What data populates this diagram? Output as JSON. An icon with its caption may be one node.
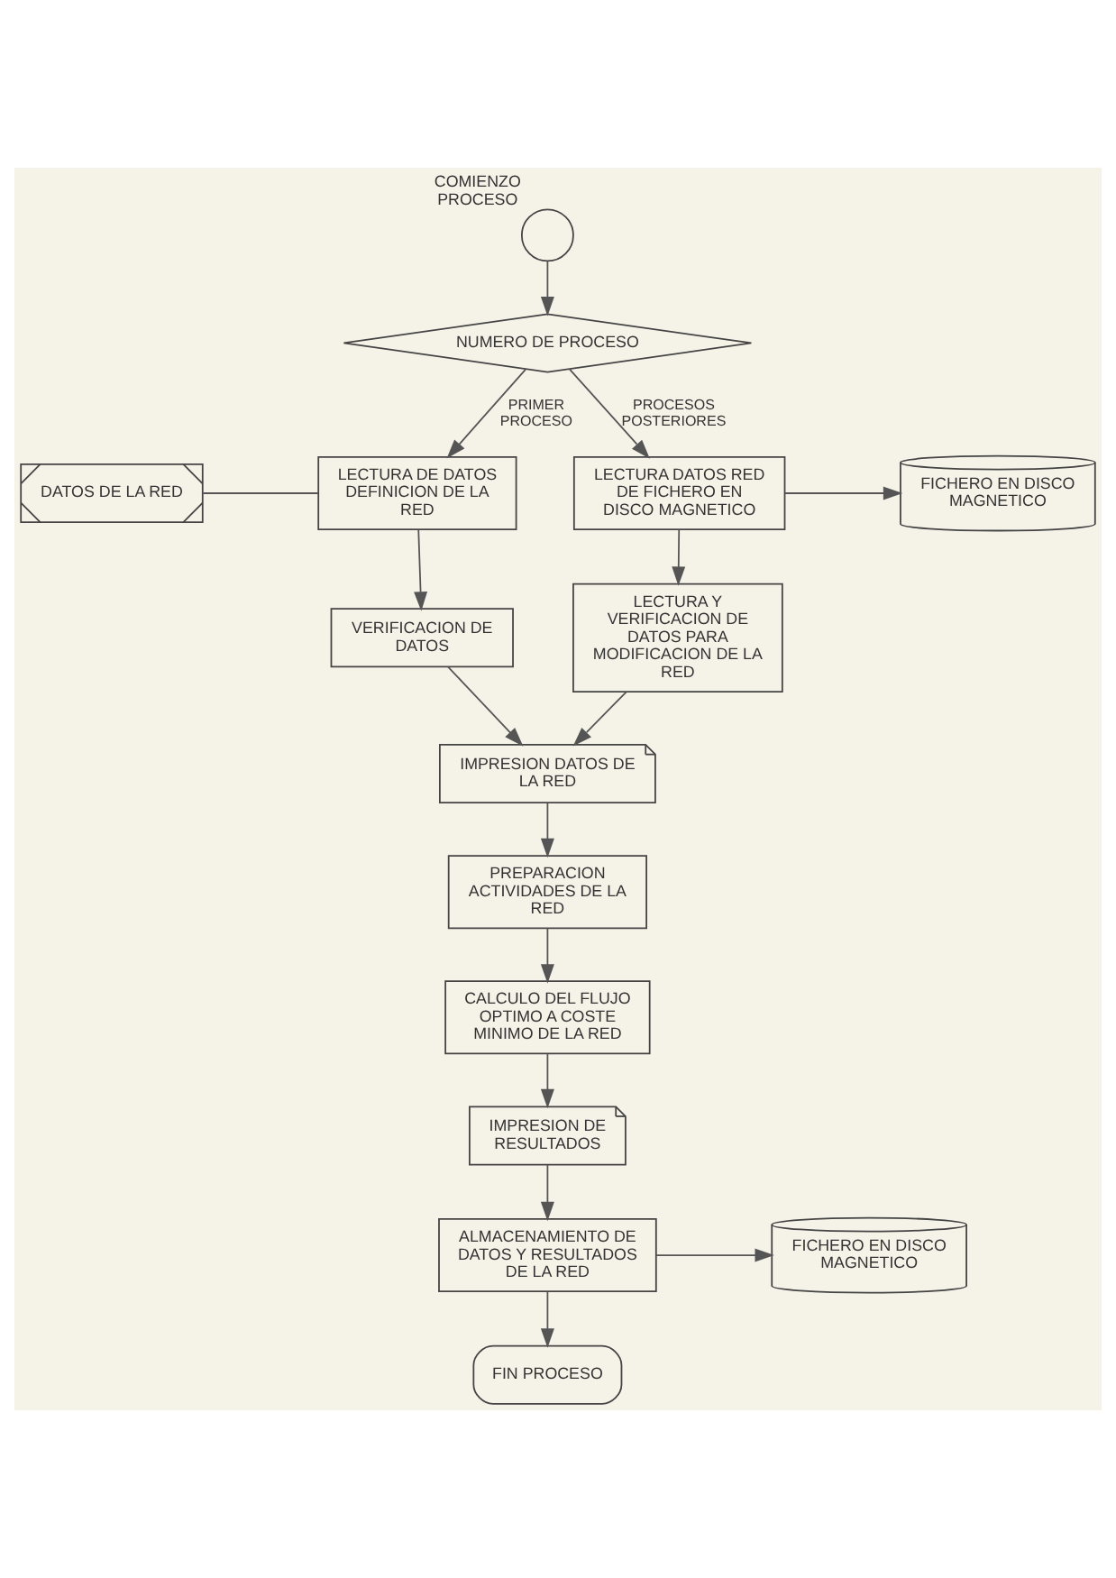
{
  "diagram": {
    "nodes": [
      {
        "text": [],
        "shape": "circle",
        "beside": [
          "COMIENZO PROCESO"
        ]
      },
      {
        "text": [
          "NUMERO DE PROCESO"
        ]
      },
      {
        "text": [
          "DATOS DE LA RED"
        ]
      },
      {
        "text": [
          "LECTURA DE DATOS DEFINICION DE LA RED"
        ]
      },
      {
        "text": [
          "LECTURA DATOS RED DE FICHERO EN DISCO MAGNETICO"
        ]
      },
      {
        "text": [
          "FICHERO EN DISCO MAGNETICO"
        ]
      },
      {
        "text": [
          "VERIFICACION DE DATOS"
        ]
      },
      {
        "text": [
          "LECTURA Y VERIFICACION DE DATOS PARA MODIFICACION DE LA RED"
        ]
      },
      {
        "text": [
          "IMPRESION DATOS DE LA RED"
        ]
      },
      {
        "text": [
          "PREPARACION ACTIVIDADES DE LA RED"
        ]
      },
      {
        "text": [
          "CALCULO DEL FLUJO OPTIMO A COSTE MINIMO DE LA RED"
        ]
      },
      {
        "text": [
          "IMPRESION DE RESULTADOS"
        ]
      },
      {
        "text": [
          "ALMACENAMIENTO DE DATOS Y RESULTADOS DE LA RED"
        ]
      },
      {
        "text": [
          "FICHERO EN DISCO MAGNETICO"
        ]
      },
      {
        "text": [
          "FIN PROCESO"
        ]
      }
    ],
    "edges": [
      {
        "from": 0,
        "to": 1,
        "arrow": "to"
      },
      {
        "from": 1,
        "to": 3,
        "arrow": "to",
        "label": "PRIMER PROCESO"
      },
      {
        "from": 1,
        "to": 4,
        "arrow": "to",
        "label": "PROCESOS POSTERIORES"
      },
      {
        "from": 2,
        "to": 3,
        "arrow": "none"
      },
      {
        "from": 4,
        "to": 5,
        "arrow": "to"
      },
      {
        "from": 3,
        "to": 6,
        "arrow": "to"
      },
      {
        "from": 4,
        "to": 7,
        "arrow": "to"
      },
      {
        "from": 6,
        "to": 8,
        "arrow": "to"
      },
      {
        "from": 7,
        "to": 8,
        "arrow": "to"
      },
      {
        "from": 8,
        "to": 9,
        "arrow": "to"
      },
      {
        "from": 9,
        "to": 10,
        "arrow": "to"
      },
      {
        "from": 10,
        "to": 11,
        "arrow": "to"
      },
      {
        "from": 11,
        "to": 12,
        "arrow": "to"
      },
      {
        "from": 12,
        "to": 13,
        "arrow": "to"
      },
      {
        "from": 12,
        "to": 14,
        "arrow": "to"
      }
    ]
  }
}
